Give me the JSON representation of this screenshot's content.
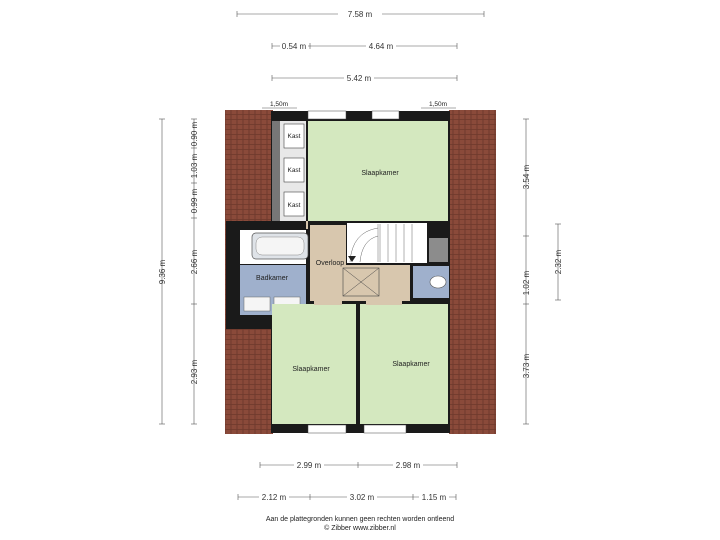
{
  "colors": {
    "room_green": "#d4e8bf",
    "bathroom_blue": "#9fb0cc",
    "hallway_tan": "#d8c7ae",
    "roof_tile": "#8a4a3a",
    "wall": "#1a1a1a",
    "closet_grey": "#777777"
  },
  "dimensions": {
    "top": {
      "total": "7.58 m",
      "left_part": "0.54 m",
      "right_part": "4.64 m",
      "inner": "5.42 m"
    },
    "window_marks": [
      "1,50m",
      "1,50m"
    ],
    "left": {
      "total": "9.36 m",
      "seg_a": "0.90 m",
      "seg_b": "1.03 m",
      "seg_c": "0.99 m",
      "seg_d": "2.66 m",
      "seg_e": "2.93 m"
    },
    "right": {
      "top": "3.54 m",
      "middle": "1.02 m",
      "bottom": "3.73 m",
      "outer": "2.32 m"
    },
    "bottom": {
      "left_room": "2.99 m",
      "right_room": "2.98 m",
      "seg_a": "2.12 m",
      "seg_b": "3.02 m",
      "seg_c": "1.15 m"
    }
  },
  "rooms": {
    "bedroom_top": "Slaapkamer",
    "bedroom_bottom_left": "Slaapkamer",
    "bedroom_bottom_right": "Slaapkamer",
    "bathroom": "Badkamer",
    "hallway": "Overloop",
    "closet_1": "Kast",
    "closet_2": "Kast",
    "closet_3": "Kast"
  },
  "footer": {
    "disclaimer": "Aan de plattegronden kunnen geen rechten worden ontleend",
    "credit": "© Zibber www.zibber.nl"
  }
}
